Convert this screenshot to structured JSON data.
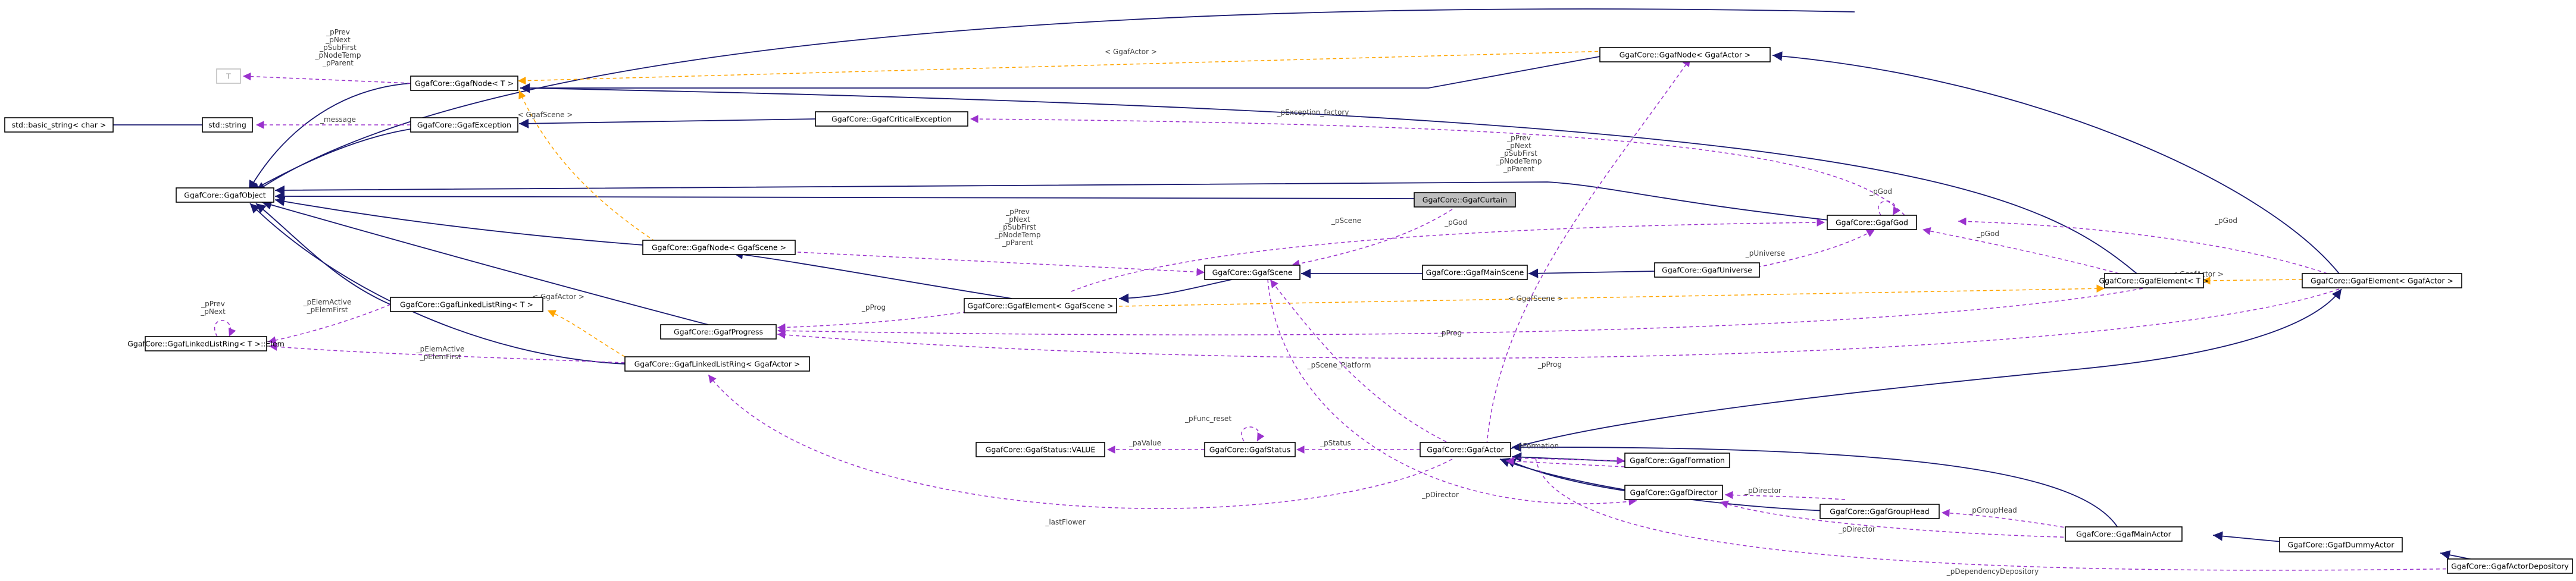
{
  "diagram": {
    "nodes": {
      "basic_string": "std::basic_string< char >",
      "string": "std::string",
      "T": "T",
      "gnode_t": "GgafCore::GgafNode< T >",
      "gexception": "GgafCore::GgafException",
      "gcritical": "GgafCore::GgafCriticalException",
      "gnode_actor": "GgafCore::GgafNode< GgafActor >",
      "gobject": "GgafCore::GgafObject",
      "gcurtain": "GgafCore::GgafCurtain",
      "ggod": "GgafCore::GgafGod",
      "gnode_scene": "GgafCore::GgafNode< GgafScene >",
      "gscene": "GgafCore::GgafScene",
      "gmainscene": "GgafCore::GgafMainScene",
      "guniverse": "GgafCore::GgafUniverse",
      "gelem_t": "GgafCore::GgafElement< T >",
      "gelem_actor": "GgafCore::GgafElement< GgafActor >",
      "glinked_t": "GgafCore::GgafLinkedListRing< T >",
      "gelem_scene": "GgafCore::GgafElement< GgafScene >",
      "glinked_elem": "GgafCore::GgafLinkedListRing< T >::Elem",
      "gprogress": "GgafCore::GgafProgress",
      "glinked_actor": "GgafCore::GgafLinkedListRing< GgafActor >",
      "gstatus_value": "GgafCore::GgafStatus::VALUE",
      "gstatus": "GgafCore::GgafStatus",
      "gactor": "GgafCore::GgafActor",
      "gformation": "GgafCore::GgafFormation",
      "gdirector": "GgafCore::GgafDirector",
      "ggrouphead": "GgafCore::GgafGroupHead",
      "gmainactor": "GgafCore::GgafMainActor",
      "gdummyactor": "GgafCore::GgafDummyActor",
      "gactordepo": "GgafCore::GgafActorDepository"
    },
    "labels": {
      "node_members": "_pPrev\n_pNext\n_pSubFirst\n_pNodeTemp\n_pParent",
      "message": "_message",
      "ggafscene_tmpl": "< GgafScene >",
      "ggafactor_tmpl": "< GgafActor >",
      "pexception_factory": "_pException_factory",
      "pgod_self": "_pGod",
      "pgod": "_pGod",
      "pscene": "_pScene",
      "puniverse": "_pUniverse",
      "pprog": "_pProg",
      "pelem": "_pElemActive\n_pElemFirst",
      "pprev_next": "_pPrev\n_pNext",
      "pscene_platform": "_pScene_Platform",
      "pstatus": "_pStatus",
      "pvalue": "_paValue",
      "pfunc_reset": "_pFunc_reset",
      "pformation": "_pFormation",
      "pdirector": "_pDirector",
      "pgrouphead": "_pGroupHead",
      "pdependency": "_pDependencyDepository",
      "lastflower": "_lastFlower"
    }
  }
}
